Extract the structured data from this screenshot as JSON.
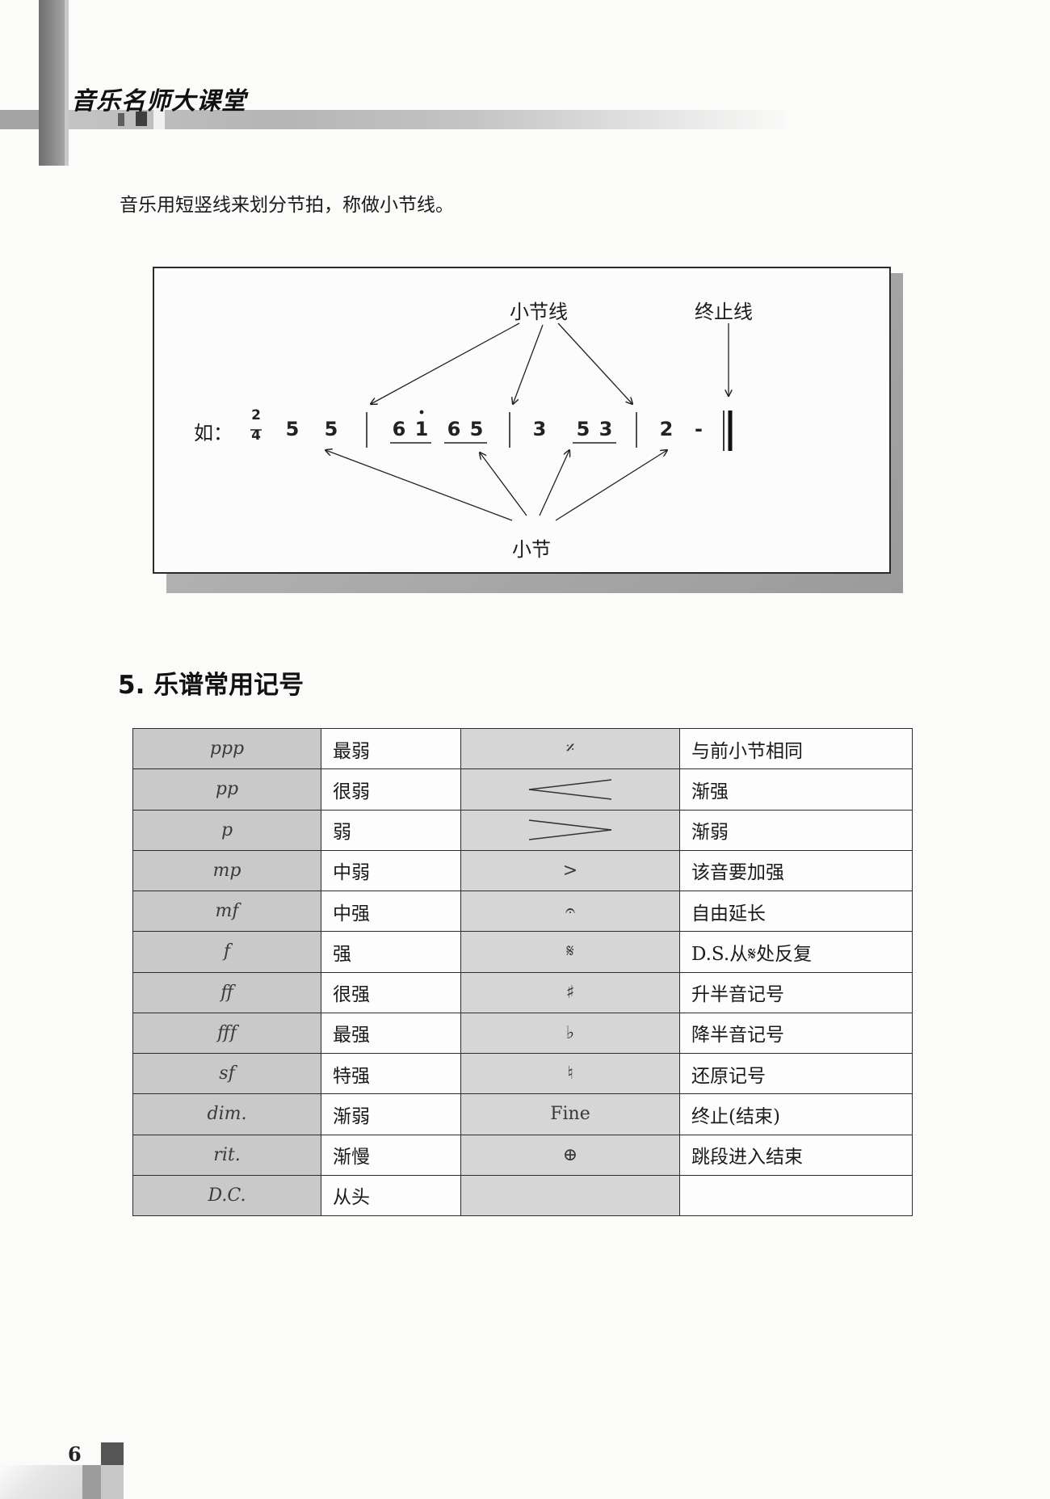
{
  "header": {
    "title": "音乐名师大课堂"
  },
  "intro_text": "音乐用短竖线来划分节拍，称做小节线。",
  "figure": {
    "label_barline": "小节线",
    "label_finalline": "终止线",
    "label_measure": "小节",
    "example_prefix": "如：",
    "time_sig": {
      "top": "2",
      "bottom": "4"
    },
    "notes": {
      "m1a": "5",
      "m1b": "5",
      "m2a": "6",
      "m2b": "1",
      "m2c": "6",
      "m2d": "5",
      "m3a": "3",
      "m3b": "5",
      "m3c": "3",
      "m4a": "2",
      "m4b": "-"
    }
  },
  "section": {
    "title": "5. 乐谱常用记号"
  },
  "symbols_table": {
    "rows": [
      {
        "sym": "ppp",
        "meaning": "最弱",
        "sym2": "𝄎",
        "meaning2": "与前小节相同"
      },
      {
        "sym": "pp",
        "meaning": "很弱",
        "sym2": "crescendo-hairpin-icon",
        "meaning2": "渐强"
      },
      {
        "sym": "p",
        "meaning": "弱",
        "sym2": "decrescendo-hairpin-icon",
        "meaning2": "渐弱"
      },
      {
        "sym": "mp",
        "meaning": "中弱",
        "sym2": ">",
        "meaning2": "该音要加强"
      },
      {
        "sym": "mf",
        "meaning": "中强",
        "sym2": "𝄐",
        "meaning2": "自由延长"
      },
      {
        "sym": "f",
        "meaning": "强",
        "sym2": "𝄋",
        "meaning2": "D.S.从𝄋处反复"
      },
      {
        "sym": "ff",
        "meaning": "很强",
        "sym2": "♯",
        "meaning2": "升半音记号"
      },
      {
        "sym": "fff",
        "meaning": "最强",
        "sym2": "♭",
        "meaning2": "降半音记号"
      },
      {
        "sym": "sf",
        "meaning": "特强",
        "sym2": "♮",
        "meaning2": "还原记号"
      },
      {
        "sym": "dim.",
        "meaning": "渐弱",
        "sym2": "Fine",
        "meaning2": "终止(结束)"
      },
      {
        "sym": "rit.",
        "meaning": "渐慢",
        "sym2": "⊕",
        "meaning2": "跳段进入结束"
      },
      {
        "sym": "D.C.",
        "meaning": "从头",
        "sym2": "",
        "meaning2": ""
      }
    ]
  },
  "footer": {
    "page_number": "6"
  }
}
